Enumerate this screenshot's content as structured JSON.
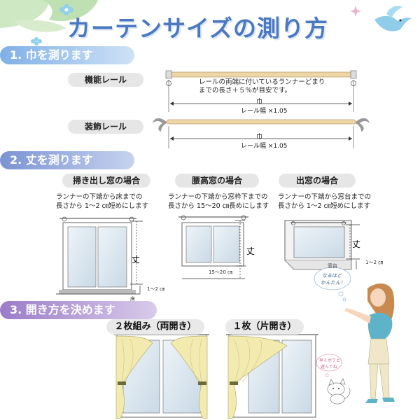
{
  "title": "カーテンサイズの測り方",
  "sections": {
    "s1": "1. 巾を測ります",
    "s2": "2. 丈を測ります",
    "s3": "3. 開き方を決めます"
  },
  "rails": {
    "functional": {
      "label": "機能レール",
      "note1": "レールの両端に付いているランナーどまり",
      "note2": "までの長さ＋５％が目安です。",
      "width_label": "巾",
      "formula": "レール幅 ×1.05"
    },
    "decorative": {
      "label": "装飾レール",
      "width_label": "巾",
      "formula": "レール幅 ×1.05"
    }
  },
  "windows": {
    "floor": {
      "label": "掃き出し窓の場合",
      "note1": "ランナーの下端から床までの",
      "note2": "長さから 1～2 ㎝短めにします",
      "length_label": "丈",
      "gap": "1～2 ㎝",
      "floor_label": "床"
    },
    "waist": {
      "label": "腰高窓の場合",
      "note1": "ランナーの下端から窓枠下までの",
      "note2": "長さから 15～20 ㎝長めにします",
      "length_label": "丈",
      "gap": "15～20 ㎝"
    },
    "bay": {
      "label": "出窓の場合",
      "note1": "ランナーの下端から窓台までの",
      "note2": "長さから 1～2 ㎝短めにします",
      "length_label": "丈",
      "sill_label": "窓台",
      "gap": "1～2 ㎝"
    }
  },
  "opening": {
    "double": "２枚組み（両開き）",
    "single": "１枚（片開き）"
  },
  "bubbles": {
    "woman1": "なるほど",
    "woman2": "かんたん！",
    "cat1": "早くボクと",
    "cat2": "遊んでね"
  },
  "colors": {
    "title": "#4a79c2",
    "curtain": "#f3eab0",
    "rail": "#efd6a6",
    "glass": "#dfe9f1"
  }
}
